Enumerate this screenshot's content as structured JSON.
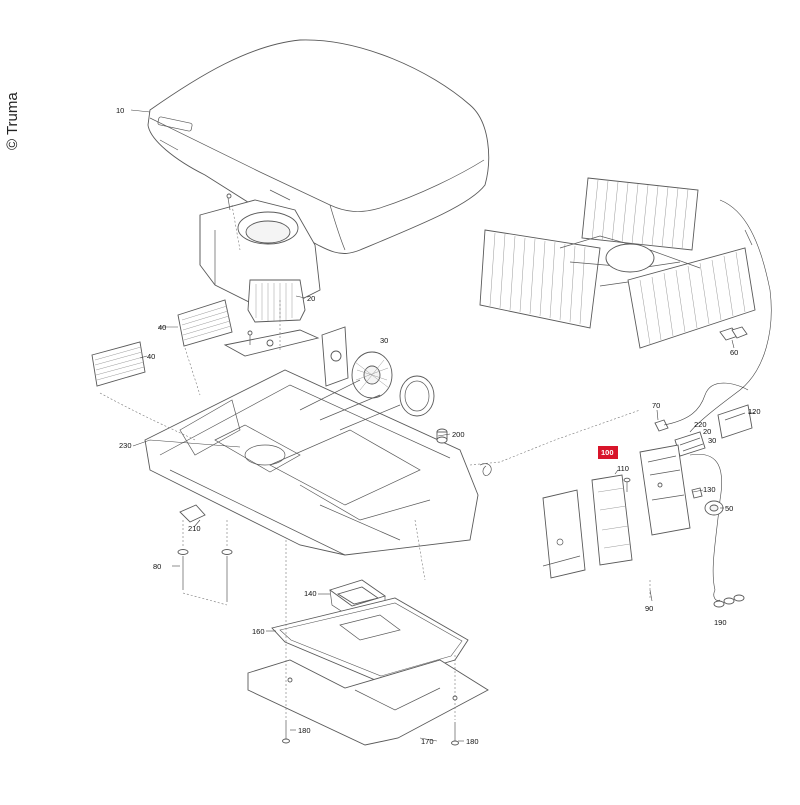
{
  "copyright": "© Truma",
  "callouts": [
    {
      "id": "10",
      "label": "10"
    },
    {
      "id": "20",
      "label": "20"
    },
    {
      "id": "30",
      "label": "30"
    },
    {
      "id": "40a",
      "label": "40"
    },
    {
      "id": "40b",
      "label": "40"
    },
    {
      "id": "50",
      "label": "50"
    },
    {
      "id": "60",
      "label": "60"
    },
    {
      "id": "70",
      "label": "70"
    },
    {
      "id": "80",
      "label": "80"
    },
    {
      "id": "90",
      "label": "90"
    },
    {
      "id": "100",
      "label": "100",
      "highlight": true
    },
    {
      "id": "110",
      "label": "110"
    },
    {
      "id": "120",
      "label": "120"
    },
    {
      "id": "130",
      "label": "130"
    },
    {
      "id": "140",
      "label": "140"
    },
    {
      "id": "160",
      "label": "160"
    },
    {
      "id": "170",
      "label": "170"
    },
    {
      "id": "180a",
      "label": "180"
    },
    {
      "id": "180b",
      "label": "180"
    },
    {
      "id": "190",
      "label": "190"
    },
    {
      "id": "200",
      "label": "200"
    },
    {
      "id": "210",
      "label": "210"
    },
    {
      "id": "220",
      "label": "220"
    },
    {
      "id": "230",
      "label": "230"
    },
    {
      "id": "20b",
      "label": "20"
    },
    {
      "id": "30b",
      "label": "30"
    }
  ],
  "colors": {
    "highlight": "#d8152a",
    "line": "#5a5a5a",
    "text": "#111111"
  }
}
